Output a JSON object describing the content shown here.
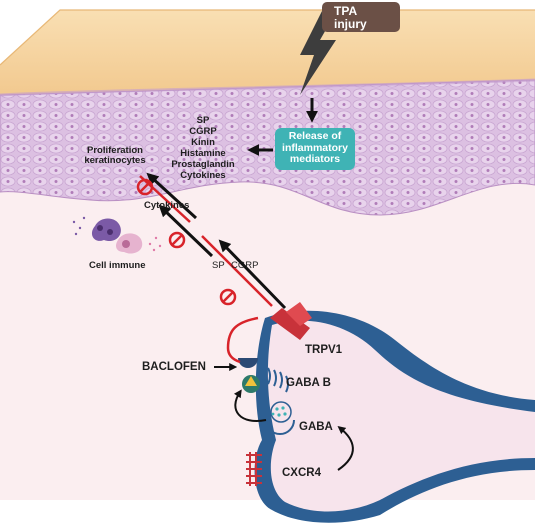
{
  "labels": {
    "tpa_injury": "TPA injury",
    "release": "Release of inflammatory mediators",
    "mediators": [
      "SP",
      "CGRP",
      "Kinin",
      "Histamine",
      "Prostaglandin",
      "Cytokines"
    ],
    "proliferation": "Proliferation keratinocytes",
    "cytokines": "Cytokines",
    "cell_immune": "Cell immune",
    "sp": "SP",
    "cgrp": "CGRP",
    "trpv1": "TRPV1",
    "baclofen": "BACLOFEN",
    "gaba_b": "GABA B",
    "gaba": "GABA",
    "cxcr4": "CXCR4"
  },
  "colors": {
    "skin_top": "#f6d6a8",
    "epidermis": "#dfc3e3",
    "dermis": "#fbeef0",
    "neuron_fill": "#f7e4ec",
    "neuron_sheath": "#2d5f93",
    "arrow": "#111111",
    "inhibit": "#d8232a",
    "teal": "#3fb3b5",
    "injury_box": "#6b5046"
  }
}
